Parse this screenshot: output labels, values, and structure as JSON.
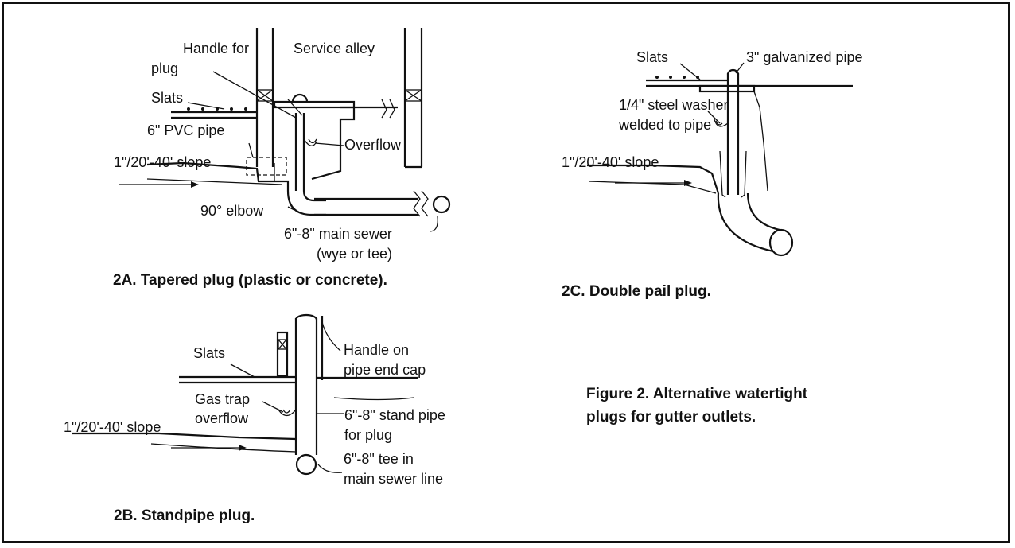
{
  "panel_2a": {
    "label_handle_line1": "Handle for",
    "label_handle_line2": "plug",
    "label_service_alley": "Service alley",
    "label_slats": "Slats",
    "label_pvc_pipe": "6\" PVC pipe",
    "label_overflow": "Overflow",
    "label_slope": "1\"/20'-40' slope",
    "label_elbow": "90° elbow",
    "label_main_sewer_line1": "6\"-8\" main sewer",
    "label_main_sewer_line2": "(wye or tee)",
    "caption": "2A.  Tapered plug (plastic or concrete)."
  },
  "panel_2b": {
    "label_slats": "Slats",
    "label_handle_line1": "Handle on",
    "label_handle_line2": "pipe end cap",
    "label_gas_trap_line1": "Gas trap",
    "label_gas_trap_line2": "overflow",
    "label_stand_pipe_line1": "6\"-8\" stand pipe",
    "label_stand_pipe_line2": "for plug",
    "label_slope": "1\"/20'-40' slope",
    "label_tee_line1": "6\"-8\" tee in",
    "label_tee_line2": "main sewer line",
    "caption": "2B.  Standpipe plug."
  },
  "panel_2c": {
    "label_slats": "Slats",
    "label_galvanized": "3\" galvanized pipe",
    "label_washer_line1": "1/4\" steel washer",
    "label_washer_line2": "welded to pipe",
    "label_slope": "1\"/20'-40' slope",
    "caption": "2C.  Double pail plug."
  },
  "figure_caption_line1": "Figure 2.  Alternative watertight",
  "figure_caption_line2": "plugs for gutter outlets."
}
